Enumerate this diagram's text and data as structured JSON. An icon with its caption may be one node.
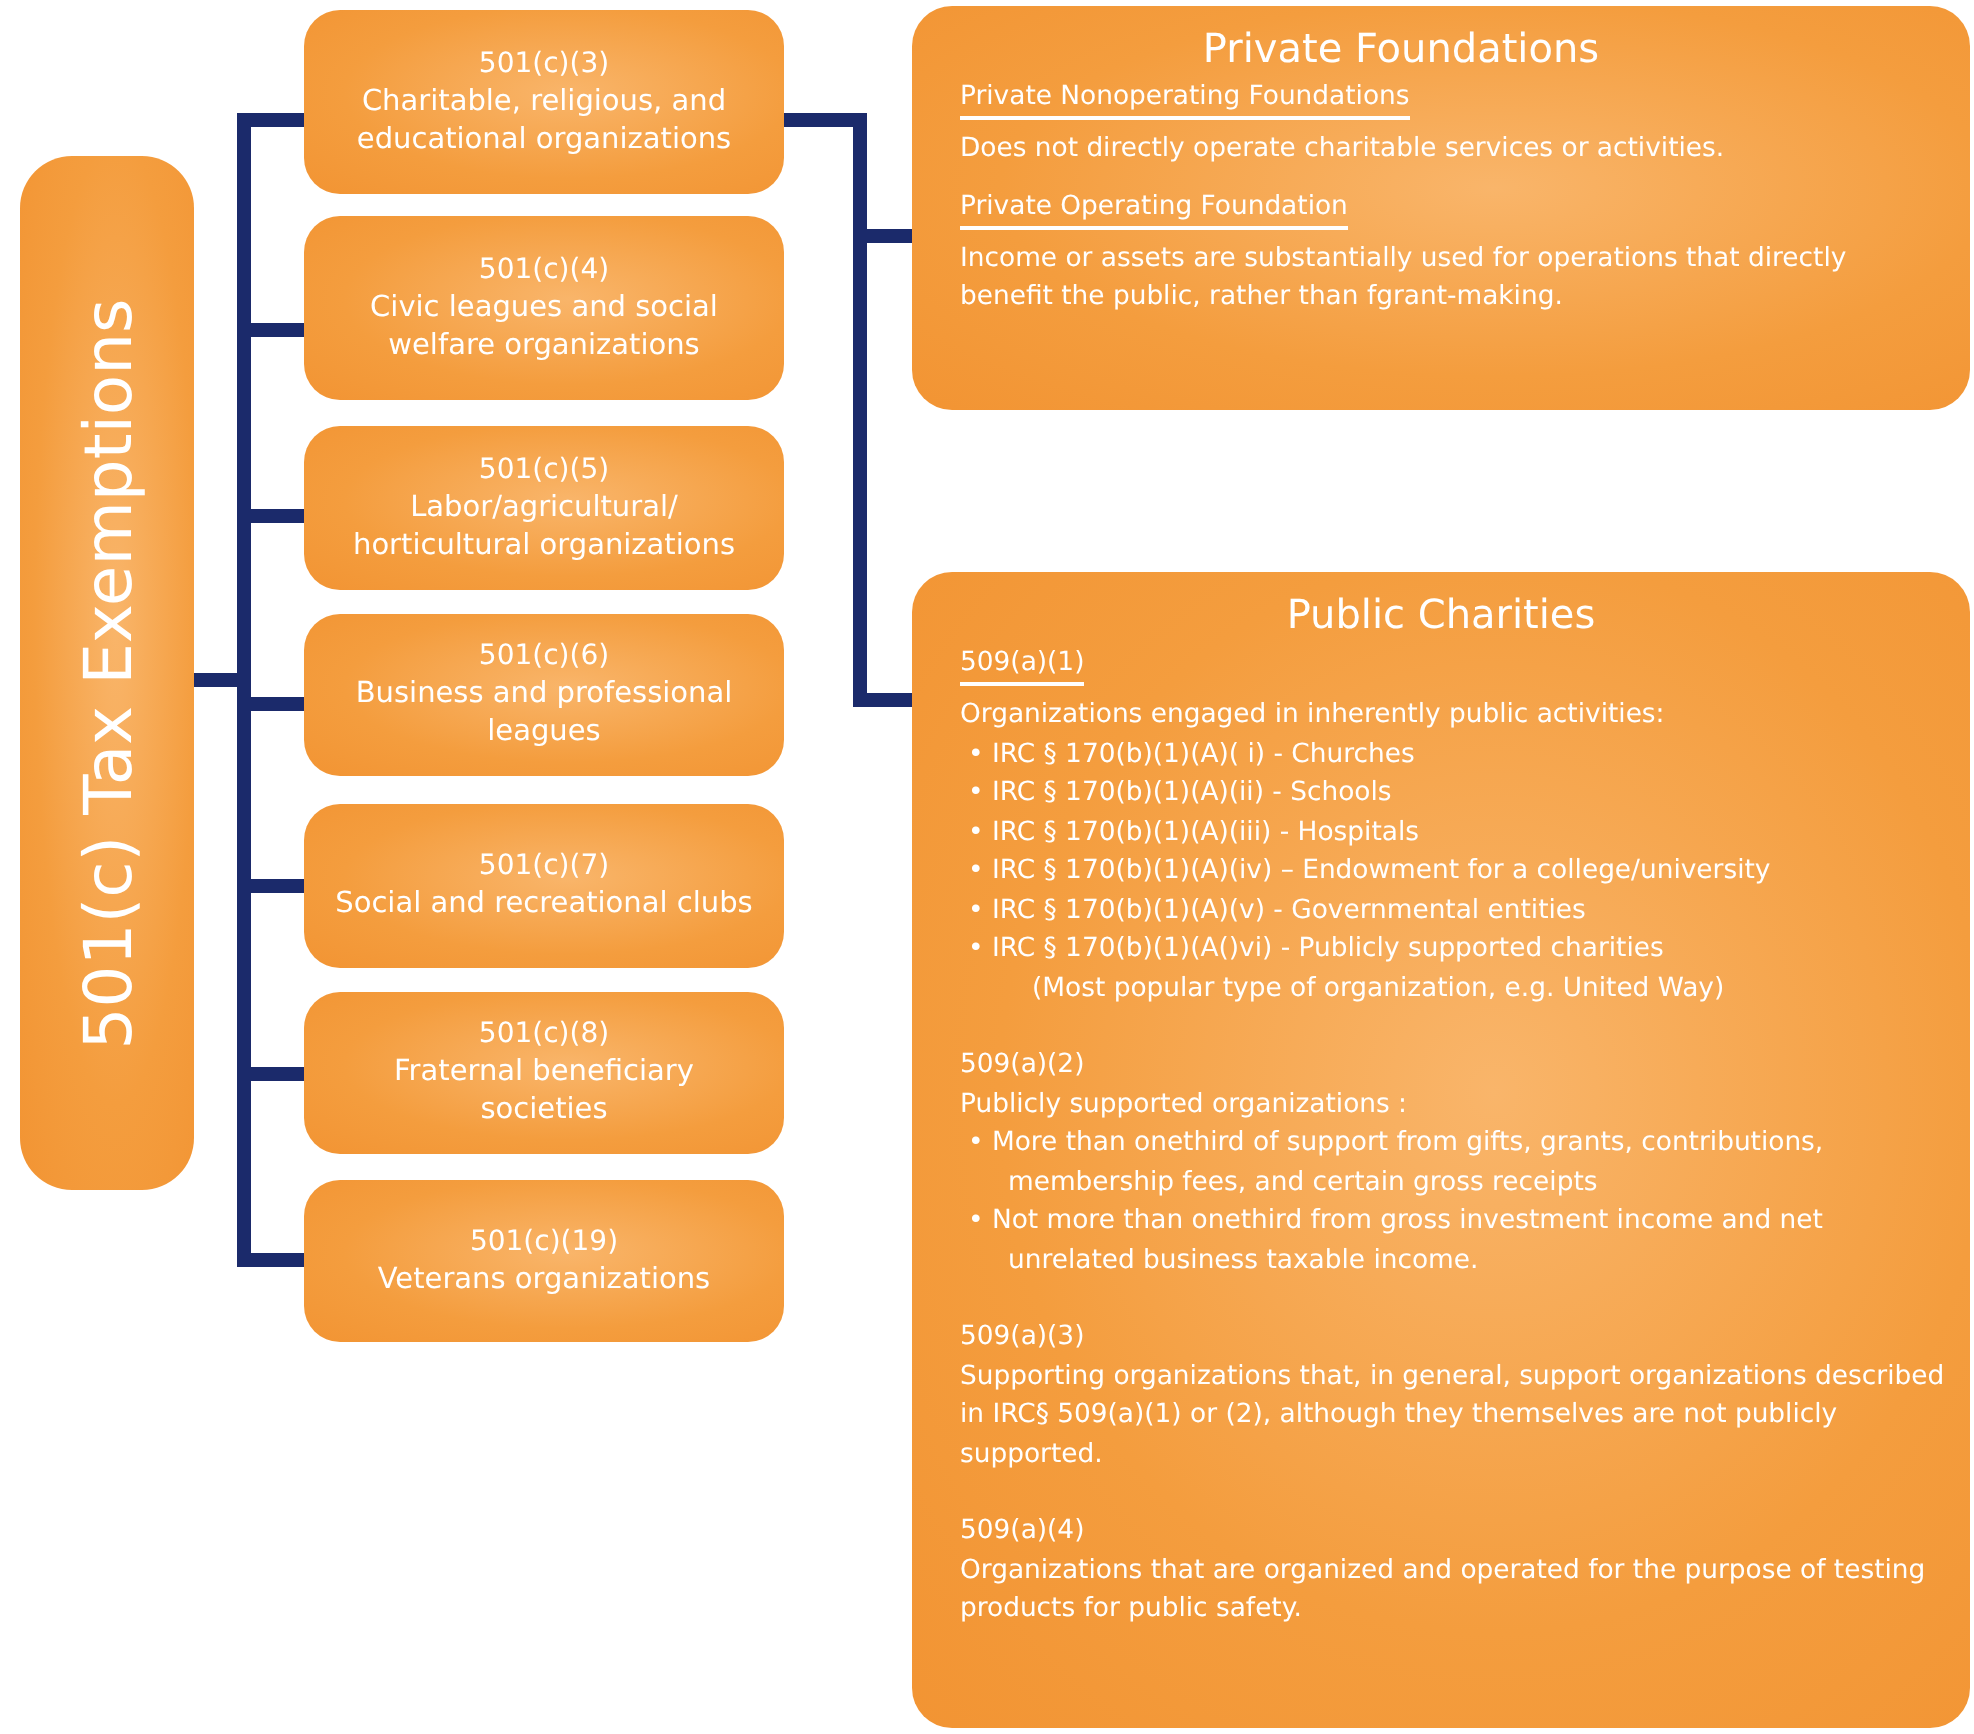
{
  "diagram": {
    "nodes": [
      {
        "text": [
          "501(c) Tax Exemptions"
        ]
      },
      {
        "text": [
          "501(c)(3)",
          "Charitable, religious, and educational organizations"
        ]
      },
      {
        "text": [
          "501(c)(4)",
          "Civic leagues and social welfare organizations"
        ]
      },
      {
        "text": [
          "501(c)(5)",
          "Labor/agricultural/ horticultural organizations"
        ]
      },
      {
        "text": [
          "501(c)(6)",
          "Business and professional leagues"
        ]
      },
      {
        "text": [
          "501(c)(7)",
          "Social and recreational clubs"
        ]
      },
      {
        "text": [
          "501(c)(8)",
          "Fraternal beneficiary societies"
        ]
      },
      {
        "text": [
          "501(c)(19)",
          "Veterans organizations"
        ]
      },
      {
        "text": [
          "Private Foundations",
          "Private Nonoperating Foundations",
          "Does not directly operate charitable services or activities.",
          "Private Operating Foundation",
          "Income or assets are substantially used for operations that directly benefit the public, rather than fgrant-making."
        ]
      },
      {
        "text": [
          "Public Charities",
          "509(a)(1)",
          "Organizations engaged in inherently public activities:",
          "• IRC § 170(b)(1)(A)( i) - Churches",
          "• IRC § 170(b)(1)(A)(ii) - Schools",
          "• IRC § 170(b)(1)(A)(iii) - Hospitals",
          "• IRC § 170(b)(1)(A)(iv) – Endowment for a college/university",
          "• IRC § 170(b)(1)(A)(v) - Governmental entities",
          "• IRC § 170(b)(1)(A()vi) - Publicly supported charities",
          "(Most popular type of organization, e.g. United Way)",
          "509(a)(2)",
          "Publicly supported organizations :",
          "• More than onethird of support from gifts, grants, contributions, membership fees, and certain gross receipts",
          "• Not more than onethird from gross investment income and net unrelated business taxable income.",
          "509(a)(3)",
          "Supporting organizations that, in general, support organizations described in IRC§ 509(a)(1) or (2), although they themselves are not publicly supported.",
          "509(a)(4)",
          "Organizations that are organized and operated for the purpose of testing products for public safety."
        ]
      }
    ],
    "edges": [
      {
        "from": 0,
        "to": 1,
        "arrow": "none"
      },
      {
        "from": 0,
        "to": 2,
        "arrow": "none"
      },
      {
        "from": 0,
        "to": 3,
        "arrow": "none"
      },
      {
        "from": 0,
        "to": 4,
        "arrow": "none"
      },
      {
        "from": 0,
        "to": 5,
        "arrow": "none"
      },
      {
        "from": 0,
        "to": 6,
        "arrow": "none"
      },
      {
        "from": 0,
        "to": 7,
        "arrow": "none"
      },
      {
        "from": 1,
        "to": 8,
        "arrow": "none"
      },
      {
        "from": 1,
        "to": 9,
        "arrow": "none"
      }
    ]
  }
}
